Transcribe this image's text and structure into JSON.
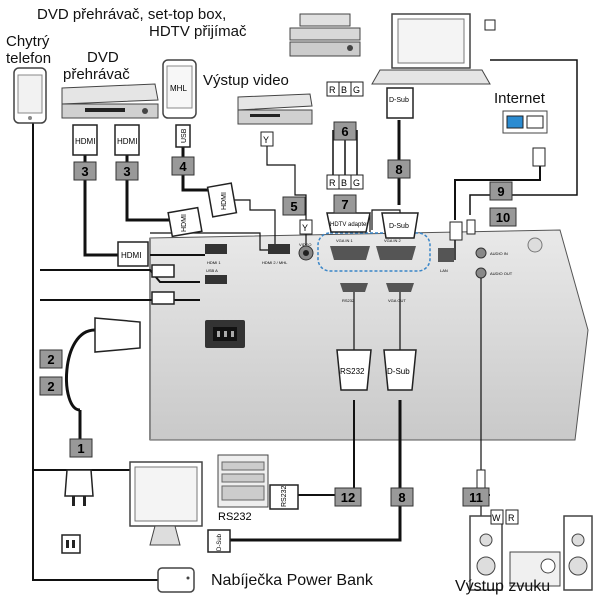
{
  "devices": {
    "dvd_settop_hdtv": "DVD přehrávač, set-top box,",
    "hdtv_receiver": "HDTV přijímač",
    "smartphone_line1": "Chytrý",
    "smartphone_line2": "telefon",
    "dvd_line1": "DVD",
    "dvd_line2": "přehrávač",
    "video_output": "Výstup video",
    "internet": "Internet",
    "power_bank": "Nabíječka Power Bank",
    "audio_output": "Výstup zvuku",
    "rs232_device": "RS232",
    "mhl_phone": "MHL"
  },
  "cables": {
    "c1": "1",
    "c2a": "2",
    "c2b": "2",
    "c3a": "3",
    "c3b": "3",
    "c4": "4",
    "c5": "5",
    "c6": "6",
    "c7": "7",
    "c8a": "8",
    "c8b": "8",
    "c9": "9",
    "c10": "10",
    "c11": "11",
    "c12": "12"
  },
  "connectors": {
    "hdmi": "HDMI",
    "usb": "USB",
    "dsub": "D-Sub",
    "rs232": "RS232",
    "hdtv_adapter": "HDTV adapter",
    "r": "R",
    "b": "B",
    "g": "G",
    "y": "Y",
    "w": "W"
  },
  "ports": {
    "hdmi1": "HDMI 1",
    "hdmi2_mhl": "HDMI 2 / MHL",
    "video": "VIDEO",
    "vga_in1": "VGA IN 1",
    "vga_in2": "VGA IN 2",
    "usb_a": "USB A",
    "lan": "LAN",
    "audio_in": "AUDIO IN",
    "audio_out": "AUDIO OUT",
    "rs232": "RS232",
    "vga_out": "VGA OUT"
  }
}
